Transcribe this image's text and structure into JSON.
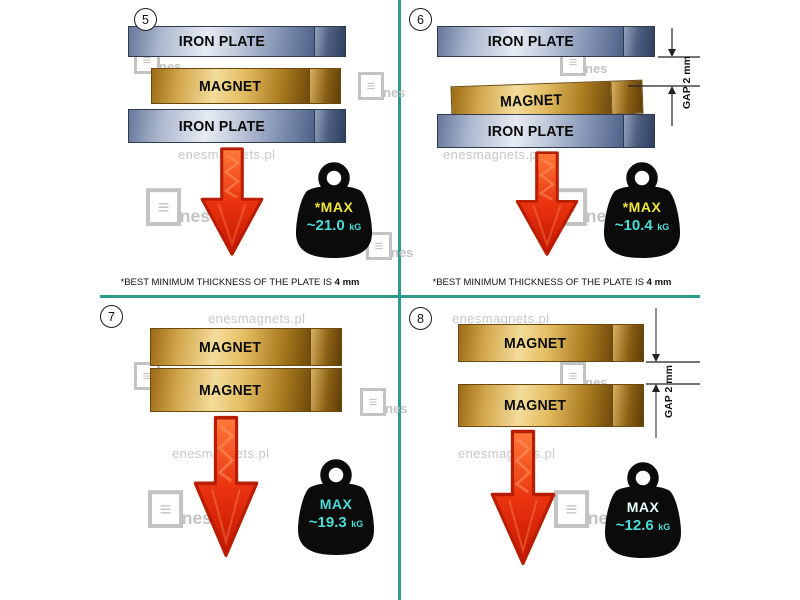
{
  "watermark": {
    "site": "enesmagnets.pl",
    "logo_text": "nes"
  },
  "colors": {
    "divider_teal": "#2d9b8c",
    "iron_plate_light": "#e6eaf2",
    "iron_plate_dark": "#4f6188",
    "magnet_light": "#f3dc9a",
    "magnet_dark": "#6e4a0c",
    "arrow_red": "#ea3410",
    "weight_body": "#0b0b0b",
    "max_yellow": "#f0e53c",
    "value_cyan": "#49dcd8",
    "watermark_gray": "#c7c7c7"
  },
  "panels": [
    {
      "number": "5",
      "layers": {
        "top": "IRON PLATE",
        "middle": "MAGNET",
        "bottom": "IRON PLATE"
      },
      "weight": {
        "max": "*MAX",
        "max_style": "color:#f0e53c",
        "value": "~21.0",
        "unit": "kG"
      },
      "footnote": {
        "text": "*BEST MINIMUM THICKNESS OF THE PLATE IS",
        "bold": "4 mm"
      }
    },
    {
      "number": "6",
      "layers": {
        "top": "IRON PLATE",
        "middle": "MAGNET",
        "bottom": "IRON PLATE"
      },
      "gap_label": "GAP  2 mm",
      "weight": {
        "max": "*MAX",
        "max_style": "color:#f0e53c",
        "value": "~10.4",
        "unit": "kG"
      },
      "footnote": {
        "text": "*BEST MINIMUM THICKNESS OF THE PLATE IS",
        "bold": "4 mm"
      }
    },
    {
      "number": "7",
      "layers": {
        "top": "MAGNET",
        "bottom": "MAGNET"
      },
      "weight": {
        "max": "MAX",
        "max_style": "color:#49dcd8",
        "value": "~19.3",
        "unit": "kG"
      }
    },
    {
      "number": "8",
      "layers": {
        "top": "MAGNET",
        "bottom": "MAGNET"
      },
      "gap_label": "GAP  2 mm",
      "weight": {
        "max": "MAX",
        "max_style": "color:#eaffff",
        "value": "~12.6",
        "unit": "kG"
      }
    }
  ]
}
